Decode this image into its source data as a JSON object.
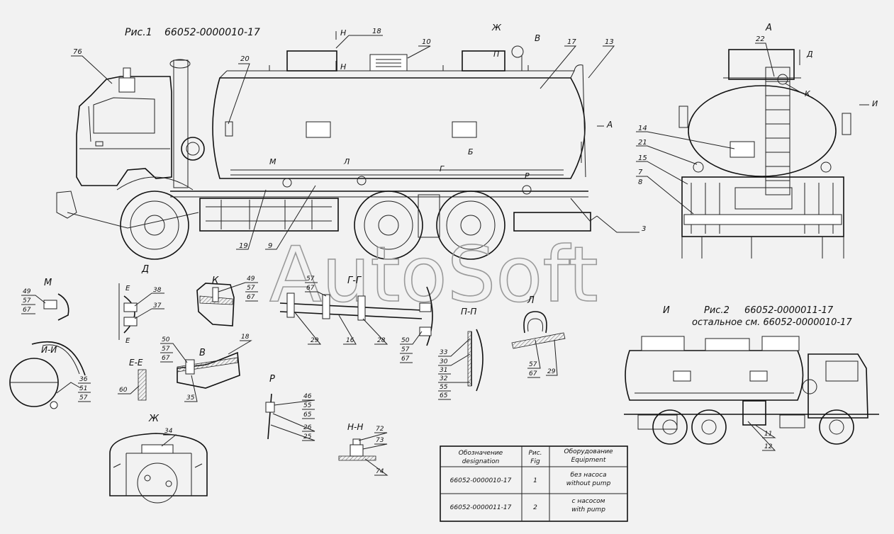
{
  "watermark": "AutoSoft",
  "fig1": {
    "title": "Рис.1",
    "code": "66052-0000010-17"
  },
  "fig2": {
    "title": "Рис.2",
    "code": "66052-0000011-17",
    "note": "остальное см. 66052-0000010-17"
  },
  "views": {
    "A_top": "А",
    "A_arrow": "А",
    "B_arrow": "Б",
    "V": "В",
    "Zh": "Ж",
    "D_arrow": "Д",
    "I_arrow": "И",
    "K_view": "К",
    "N_top": "Н",
    "N_bot": "Н",
    "M": "М",
    "L": "Л",
    "G": "Г",
    "P": "П",
    "R": "Р"
  },
  "sections": {
    "M": "М",
    "D": "Д",
    "K": "К",
    "II": "И-И",
    "GG": "Г-Г",
    "L": "Л",
    "EE": "Е-Е",
    "V": "В",
    "PP": "П-П",
    "R": "Р",
    "NN": "Н-Н",
    "Zh": "Ж",
    "I": "И",
    "E_top": "Е",
    "E_bot": "Е"
  },
  "callouts": {
    "c76": "76",
    "c20": "20",
    "c18": "18",
    "c10": "10",
    "c17": "17",
    "c13": "13",
    "c19": "19",
    "c9": "9",
    "c3": "3",
    "c22": "22",
    "c14": "14",
    "c21": "21",
    "c15": "15",
    "c7": "7",
    "c8": "8",
    "m49": "49",
    "m57": "57",
    "m67": "67",
    "d38": "38",
    "d37": "37",
    "k49": "49",
    "k57": "57",
    "k67": "67",
    "g57": "57",
    "g67": "67",
    "g29": "29",
    "g16": "16",
    "g28": "28",
    "g50": "50",
    "g57b": "57",
    "g67b": "67",
    "l57": "57",
    "l67": "67",
    "l29": "29",
    "ii36": "36",
    "ii51": "51",
    "ii57": "57",
    "ee60": "60",
    "v50": "50",
    "v57": "57",
    "v67": "67",
    "v18": "18",
    "v35": "35",
    "pp33": "33",
    "pp30": "30",
    "pp31": "31",
    "pp32": "32",
    "pp55": "55",
    "pp65": "65",
    "r46": "46",
    "r55": "55",
    "r65": "65",
    "r26": "26",
    "r25": "25",
    "nn72": "72",
    "nn73": "73",
    "nn74": "74",
    "zh34": "34",
    "i11": "11",
    "i12": "12"
  },
  "table": {
    "headers": [
      {
        "ru": "Обозначение",
        "en": "designation"
      },
      {
        "ru": "Рис.",
        "en": "Fig"
      },
      {
        "ru": "Оборудование",
        "en": "Equipment"
      }
    ],
    "rows": [
      {
        "designation": "66052-0000010-17",
        "fig": "1",
        "eq_ru": "без насоса",
        "eq_en": "without pump"
      },
      {
        "designation": "66052-0000011-17",
        "fig": "2",
        "eq_ru": "с насосом",
        "eq_en": "with pump"
      }
    ]
  }
}
